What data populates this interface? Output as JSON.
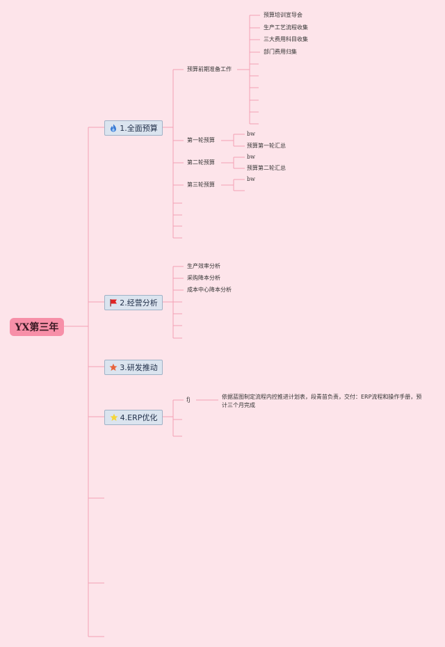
{
  "root": {
    "label": "YX第三年"
  },
  "branches": [
    {
      "label": "1.全面预算",
      "icon": "flame-icon"
    },
    {
      "label": "2.经营分析",
      "icon": "red-flag-icon"
    },
    {
      "label": "3.研发推动",
      "icon": "orange-star-icon"
    },
    {
      "label": "4.ERP优化",
      "icon": "yellow-star-icon"
    }
  ],
  "budget": {
    "prep": {
      "label": "预算前期准备工作",
      "items": [
        "预算培训宣导会",
        "生产工艺流程收集",
        "三大费用科目收集",
        "部门费用归集"
      ]
    },
    "round1": {
      "label": "第一轮预算",
      "items": [
        "bw",
        "预算第一轮汇总"
      ]
    },
    "round2": {
      "label": "第二轮预算",
      "items": [
        "bw",
        "预算第二轮汇总"
      ]
    },
    "round3": {
      "label": "第三轮预算",
      "items": [
        "bw"
      ]
    }
  },
  "analysis": {
    "items": [
      "生产效率分析",
      "采购降本分析",
      "成本中心降本分析"
    ]
  },
  "erp": {
    "child": "fj",
    "note": "依据蓝图制定流程内控推进计划表，段青苗负责，交付：ERP流程和操作手册，预计三个月完成"
  },
  "colors": {
    "background": "#fde4ea",
    "line": "#f3a0b4",
    "root": "#f78fa8",
    "branch_fill": "#dbe4ef",
    "branch_border": "#9fb2c7"
  }
}
